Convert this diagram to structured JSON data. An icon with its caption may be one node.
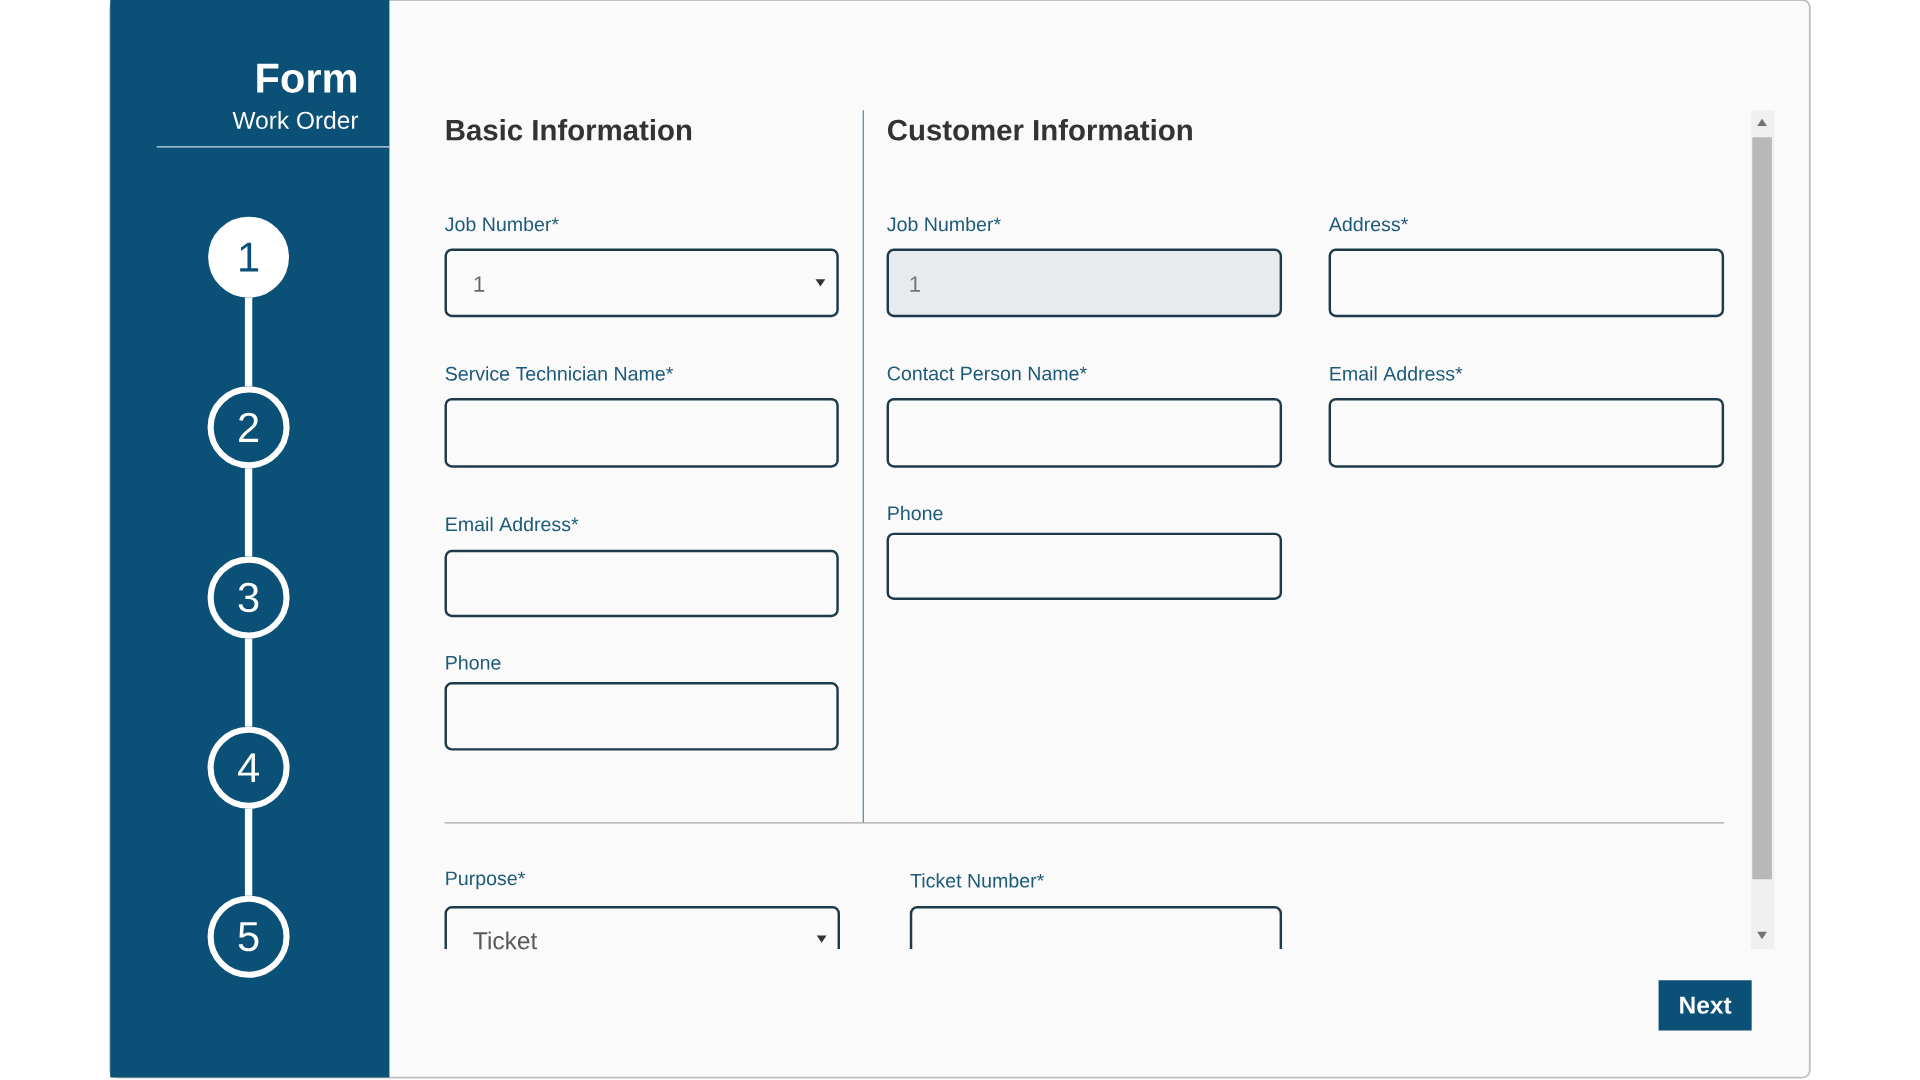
{
  "diagram": {
    "nodes": [
      {
        "text": [
          "1"
        ]
      },
      {
        "text": [
          "2"
        ]
      },
      {
        "text": [
          "3"
        ]
      },
      {
        "text": [
          "4"
        ]
      },
      {
        "text": [
          "5"
        ]
      }
    ],
    "edges": [
      {
        "from": 0,
        "to": 1,
        "arrow": "none"
      },
      {
        "from": 1,
        "to": 2,
        "arrow": "none"
      },
      {
        "from": 2,
        "to": 3,
        "arrow": "none"
      },
      {
        "from": 3,
        "to": 4,
        "arrow": "none"
      }
    ],
    "labels": [
      "Form",
      "Work Order",
      "Basic Information",
      "Customer Information",
      "Job Number*",
      "Job Number*",
      "Address*",
      "1",
      "1",
      "Service Technician Name*",
      "Contact Person Name*",
      "Email Address*",
      "Email Address*",
      "Phone",
      "Phone",
      "Purpose*",
      "Ticket Number*",
      "Ticket",
      "Next"
    ]
  }
}
